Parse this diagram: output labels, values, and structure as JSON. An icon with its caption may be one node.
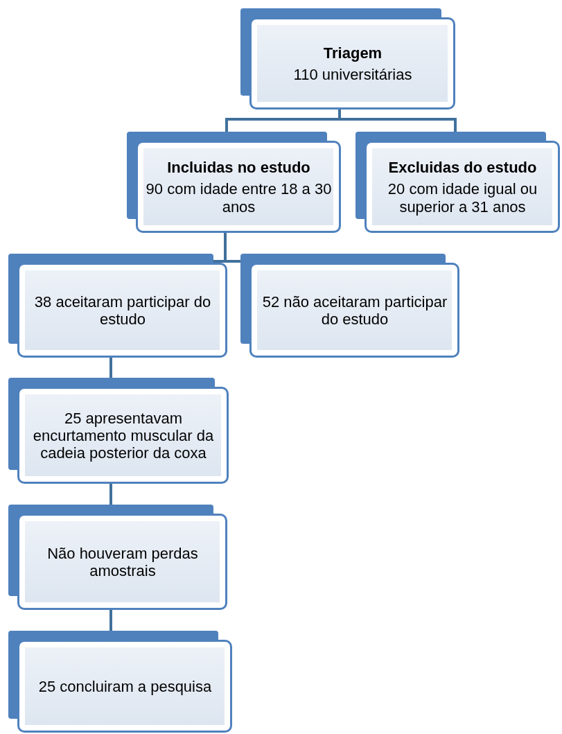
{
  "diagram": {
    "nodes": [
      {
        "text": [
          "Triagem",
          "110 universitárias"
        ]
      },
      {
        "text": [
          "Incluidas no estudo",
          "90 com idade entre 18 a 30 anos"
        ]
      },
      {
        "text": [
          "Excluidas do estudo",
          "20 com idade igual ou superior a 31 anos"
        ]
      },
      {
        "text": [
          "38 aceitaram participar do estudo"
        ]
      },
      {
        "text": [
          "52 não aceitaram participar do estudo"
        ]
      },
      {
        "text": [
          "25 apresentavam encurtamento muscular da cadeia posterior da coxa"
        ]
      },
      {
        "text": [
          "Não houveram perdas amostrais"
        ]
      },
      {
        "text": [
          "25 concluiram a pesquisa"
        ]
      }
    ],
    "edges": [
      {
        "from": 0,
        "to": 1,
        "arrow": "none"
      },
      {
        "from": 0,
        "to": 2,
        "arrow": "none"
      },
      {
        "from": 1,
        "to": 3,
        "arrow": "none"
      },
      {
        "from": 1,
        "to": 4,
        "arrow": "none"
      },
      {
        "from": 3,
        "to": 5,
        "arrow": "none"
      },
      {
        "from": 5,
        "to": 6,
        "arrow": "none"
      },
      {
        "from": 6,
        "to": 7,
        "arrow": "none"
      }
    ]
  }
}
